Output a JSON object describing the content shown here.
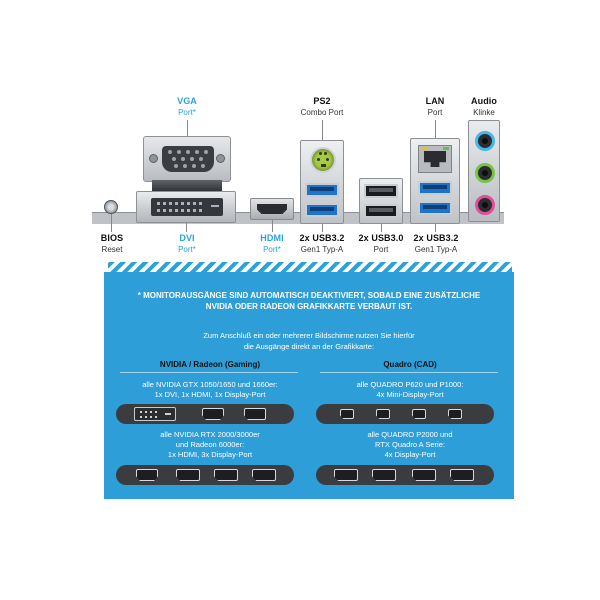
{
  "ports": {
    "vga": {
      "title": "VGA",
      "sub": "Port*"
    },
    "ps2": {
      "title": "PS2",
      "sub": "Combo Port"
    },
    "lan": {
      "title": "LAN",
      "sub": "Port"
    },
    "audio": {
      "title": "Audio",
      "sub": "Klinke"
    },
    "bios": {
      "title": "BIOS",
      "sub": "Reset"
    },
    "dvi": {
      "title": "DVI",
      "sub": "Port*"
    },
    "hdmi": {
      "title": "HDMI",
      "sub": "Port*"
    },
    "usb32_left": {
      "title": "2x USB3.2",
      "sub": "Gen1 Typ-A"
    },
    "usb30": {
      "title": "2x USB3.0",
      "sub": "Port"
    },
    "usb32_right": {
      "title": "2x USB3.2",
      "sub": "Gen1 Typ-A"
    }
  },
  "colors": {
    "accent_blue": "#2aa3dc",
    "panel_blue": "#2d9ed8",
    "usb_blue": "#1f73c8",
    "ps2_green": "#a7c84a"
  },
  "info": {
    "note_line1": "* MONITORAUSGÄNGE SIND AUTOMATISCH DEAKTIVIERT, SOBALD EINE ZUSÄTZLICHE",
    "note_line2": "NVIDIA ODER RADEON GRAFIKKARTE VERBAUT IST.",
    "sub_line1": "Zum Anschluß ein oder mehrerer Bildschirme nutzen Sie hierfür",
    "sub_line2": "die Ausgänge direkt an der Grafikkarte:",
    "left_head": "NVIDIA / Radeon (Gaming)",
    "right_head": "Quadro (CAD)",
    "cards": [
      {
        "line1": "alle NVIDIA GTX 1050/1650 und 1660er:",
        "line2": "1x DVI, 1x HDMI, 1x Display-Port"
      },
      {
        "line1": "alle QUADRO P620 und P1000:",
        "line2": "4x Mini-Display-Port"
      },
      {
        "line1": "alle NVIDIA RTX 2000/3000er",
        "line2": "und Radeon 6000er:",
        "line3": "1x HDMI, 3x Display-Port"
      },
      {
        "line1": "alle QUADRO P2000 und",
        "line2": "RTX Quadro A Serie:",
        "line3": "4x Display-Port"
      }
    ]
  }
}
